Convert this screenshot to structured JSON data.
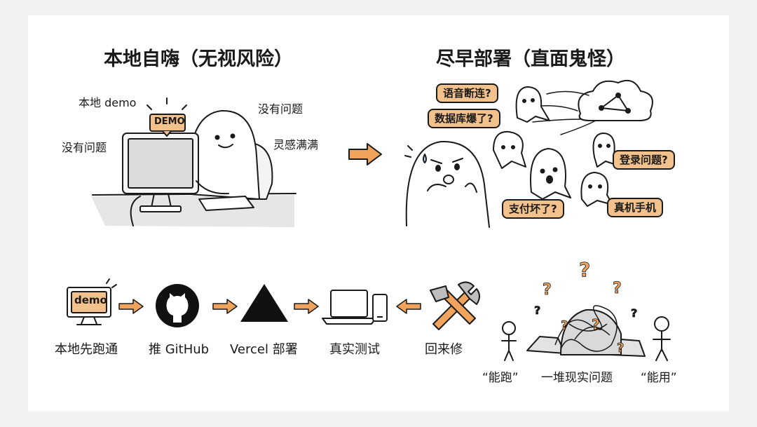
{
  "titles": {
    "left": "本地自嗨（无视风险）",
    "right": "尽早部署（直面鬼怪）"
  },
  "left_notes": {
    "local_demo": "本地 demo",
    "screen_tag": "DEMO",
    "no_problem_left": "没有问题",
    "no_problem_right": "没有问题",
    "inspiration": "灵感满满"
  },
  "ghost_bubbles": {
    "voice": "语音断连?",
    "db": "数据库爆了?",
    "login": "登录问题?",
    "payment": "支付坏了?",
    "device": "真机手机"
  },
  "flow": {
    "monitor_tag": "demo",
    "steps": [
      "本地先跑通",
      "推 GitHub",
      "Vercel 部署",
      "真实测试",
      "回来修"
    ]
  },
  "bottom_right": {
    "left_label": "“能跑”",
    "middle_label": "一堆现实问题",
    "right_label": "“能用”"
  },
  "colors": {
    "accent": "#f3c28c",
    "arrow": "#f0a35c",
    "ink": "#1a1a1a"
  }
}
